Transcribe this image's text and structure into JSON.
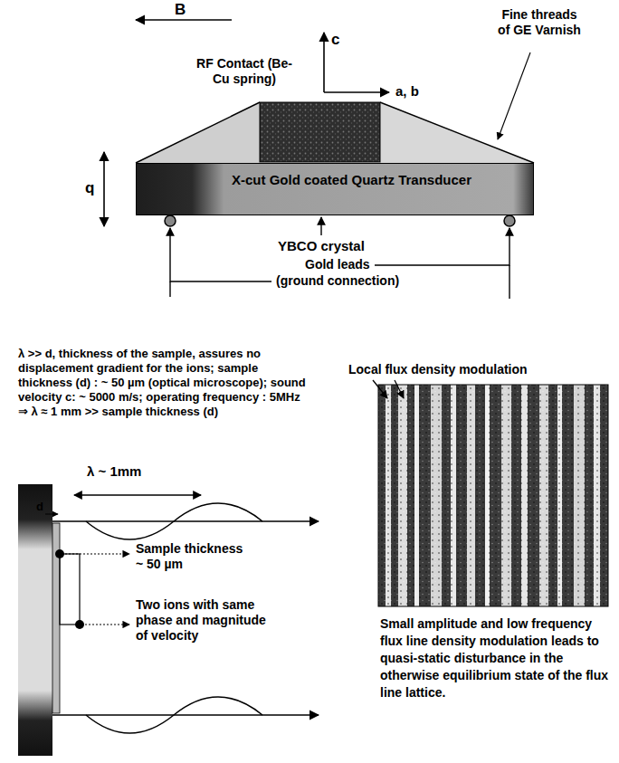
{
  "diagram": {
    "nodes": [
      {
        "text": [
          "X-cut Gold coated Quartz Transducer"
        ]
      }
    ],
    "labels": [
      "B",
      "c",
      "a, b",
      "RF Contact (Be-Cu spring)",
      "Fine threads of GE Varnish",
      "q",
      "YBCO crystal",
      "Gold leads",
      "(ground connection)",
      "λ >> d, thickness of the sample, assures no displacement gradient for the ions; sample thickness (d) : ~ 50 µm (optical microscope); sound velocity c: ~ 5000 m/s; operating frequency : 5MHz ⇒ λ ≈ 1 mm >> sample thickness (d)",
      "Local flux density modulation",
      "Small amplitude and low frequency flux line density modulation leads to quasi-static disturbance in the otherwise equilibrium state of the flux line lattice.",
      "λ ~ 1mm",
      "d",
      "Sample thickness ~ 50 µm",
      "Two ions with same phase and magnitude of velocity"
    ]
  }
}
